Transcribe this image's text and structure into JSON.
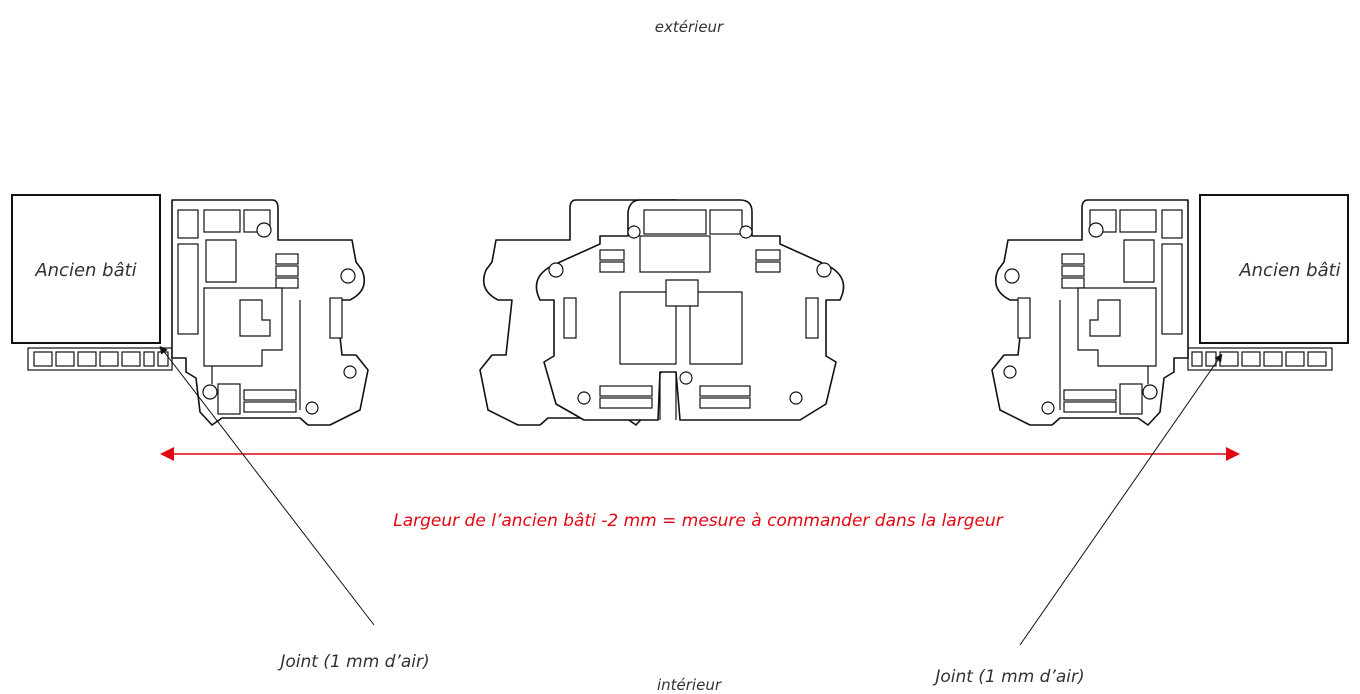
{
  "labels": {
    "exterior": "extérieur",
    "interior": "intérieur",
    "old_frame_left": "Ancien bâti",
    "old_frame_right": "Ancien bâti",
    "measure_note": "Largeur de l’ancien bâti -2 mm = mesure à commander dans la largeur",
    "joint_left": "Joint (1 mm d’air)",
    "joint_right": "Joint (1 mm d’air)"
  },
  "colors": {
    "accent": "#e30613",
    "line": "#111111",
    "text": "#333333"
  }
}
